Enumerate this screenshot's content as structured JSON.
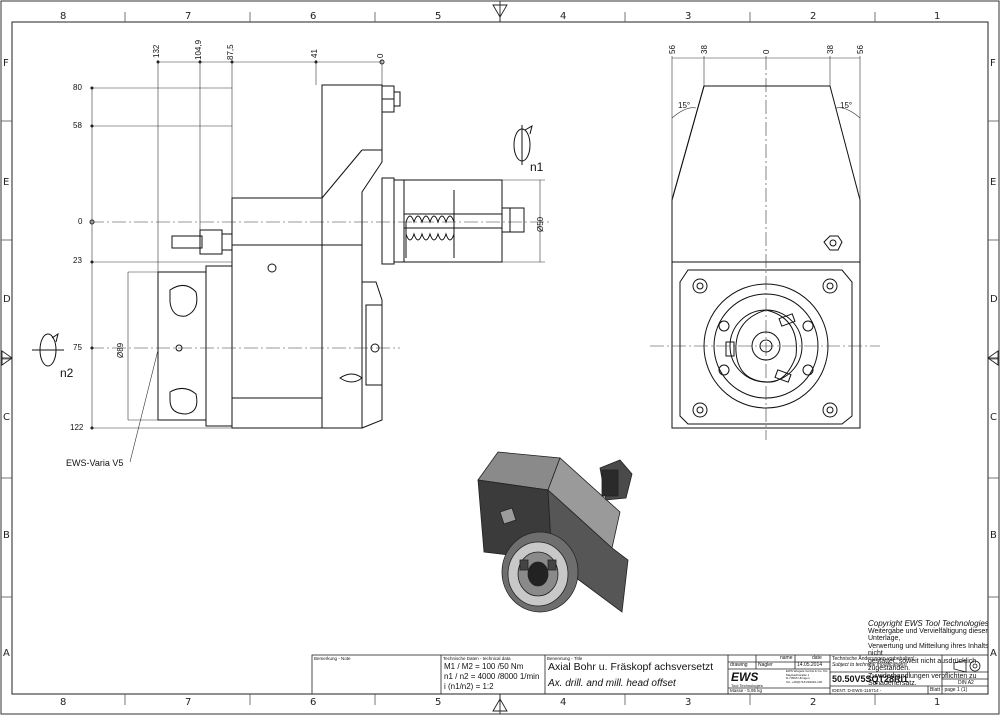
{
  "border": {
    "columns_top": [
      "8",
      "7",
      "6",
      "5",
      "4",
      "3",
      "2",
      "1"
    ],
    "columns_bottom": [
      "8",
      "7",
      "6",
      "5",
      "4",
      "3",
      "2",
      "1"
    ],
    "rows_left": [
      "F",
      "E",
      "D",
      "C",
      "B",
      "A"
    ],
    "rows_right": [
      "F",
      "E",
      "D",
      "C",
      "B",
      "A"
    ]
  },
  "side_view": {
    "top_dims": [
      "132",
      "104,9",
      "87,5",
      "41",
      "0"
    ],
    "left_dims": [
      "80",
      "58",
      "0",
      "23",
      "75",
      "122"
    ],
    "diameter_right": "Ø50",
    "diameter_left": "Ø89",
    "rotation_top": "n1",
    "rotation_left": "n2",
    "callout": "EWS-Varia V5"
  },
  "front_view": {
    "top_dims": [
      "56",
      "38",
      "0",
      "38",
      "56"
    ],
    "angle_left": "15°",
    "angle_right": "15°"
  },
  "copyright": {
    "title": "Copyright EWS Tool Technologies",
    "lines": [
      "Weitergabe und Vervielfältigung dieser Unterlage,",
      "Verwertung und Mitteilung ihres Inhalts nicht",
      "gestattet, soweit nicht ausdrücklich zugestanden.",
      "Zuwiderhandlungen verpflichten zu Schadenersatz."
    ]
  },
  "title_block": {
    "remark_label": "Bemerkung - Note",
    "tech_label": "Technische Daten - technical data",
    "tech_line1": "M1 / M2 = 100 /50  Nm",
    "tech_line2": "n1 / n2 = 4000 /8000  1/min",
    "tech_line3": "i  (n1/n2) = 1:2",
    "title_label": "Benennung - Title",
    "title_de": "Axial Bohr u. Fräskopf achsversetzt",
    "title_en": "Ax. drill. and mill. head offset",
    "name_header": "name",
    "date_header": "date",
    "drawing_label": "drawing",
    "drawing_name": "Nagler",
    "drawing_date": "14.05.2014",
    "changes_de": "Technische Änderungen vorbehalten!",
    "changes_en": "Subject to technical modifications!",
    "part_number": "50.50V5SQT28RI1",
    "logo": "EWS",
    "logo_sub": "Tool Technologies",
    "company_lines": [
      "EWS Weigele GmbH & Co. KG",
      "Maybachstraße 1",
      "D-73066 Uhingen",
      "Tel. +49(0)7161/93040-100"
    ],
    "mass": "Masse - 5,95 kg",
    "ident": "IDENT. D-EWS-116714 -",
    "sheet_label": "Blatt - page  1 (1)",
    "format": "DIN A2"
  }
}
